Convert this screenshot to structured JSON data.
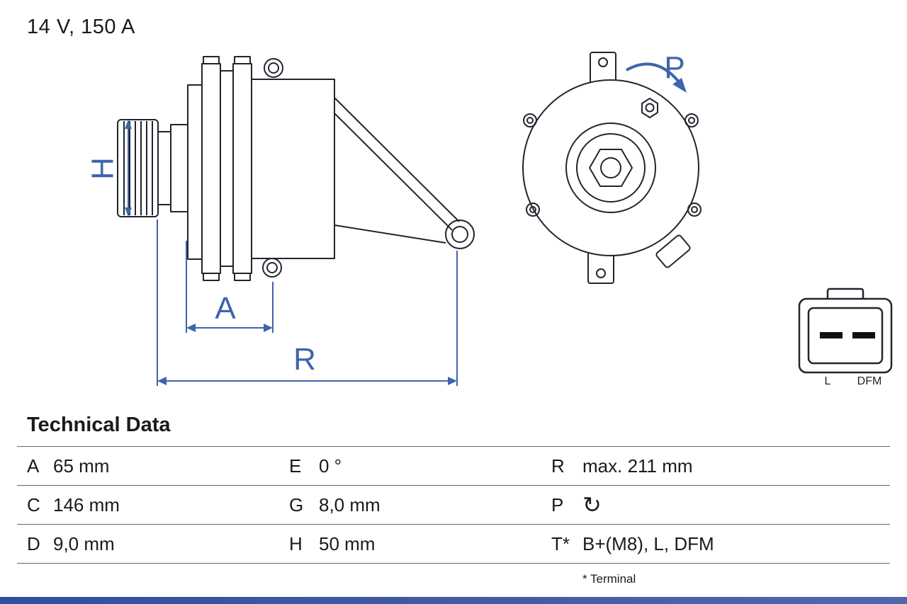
{
  "header": {
    "rating": "14 V, 150 A"
  },
  "drawing": {
    "dimension_labels": {
      "h": "H",
      "a": "A",
      "r": "R",
      "p": "P"
    },
    "connector_labels": {
      "left": "L",
      "right": "DFM"
    }
  },
  "technical_data": {
    "title": "Technical Data",
    "rows": [
      {
        "k1": "A",
        "v1": "65 mm",
        "k2": "E",
        "v2": "0 °",
        "k3": "R",
        "v3": "max. 211 mm"
      },
      {
        "k1": "C",
        "v1": "146 mm",
        "k2": "G",
        "v2": "8,0 mm",
        "k3": "P",
        "v3": "",
        "v3_icon": "↻"
      },
      {
        "k1": "D",
        "v1": "9,0 mm",
        "k2": "H",
        "v2": "50 mm",
        "k3": "T*",
        "v3": "B+(M8), L, DFM"
      }
    ],
    "footnote": "* Terminal"
  },
  "colors": {
    "accent_blue": "#3f64ad",
    "line_dark": "#23242e",
    "footer_bar": "#3c5ea6"
  }
}
